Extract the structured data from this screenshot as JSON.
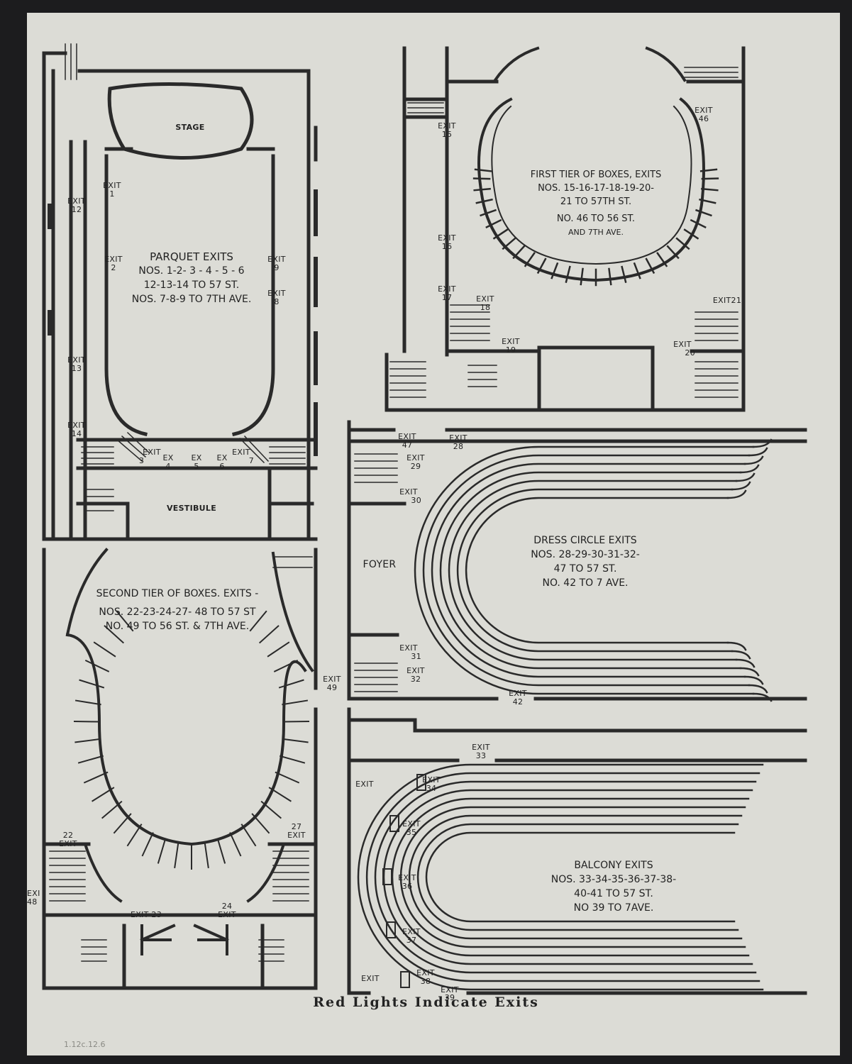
{
  "plans": {
    "parquet": {
      "title": "Parquet Exits",
      "lines": [
        "Nos. 1-2- 3 - 4 - 5 - 6",
        "12-13-14 To 57 St.",
        "Nos. 7-8-9 To 7th Ave."
      ],
      "stage": "Stage",
      "vestibule": "Vestibule"
    },
    "first_tier": {
      "title": "First Tier of Boxes, Exits",
      "lines": [
        "Nos. 15-16-17-18-19-20-",
        "21 To 57th St.",
        "No. 46 To 56 St.",
        "and 7th Ave."
      ]
    },
    "second_tier": {
      "title": "Second Tier of Boxes. Exits -",
      "lines": [
        "Nos. 22-23-24-27- 48 To 57 St",
        "No. 49 To 56 St. & 7th Ave."
      ]
    },
    "dress_circle": {
      "title": "Dress Circle Exits",
      "lines": [
        "Nos. 28-29-30-31-32-",
        "47 To 57 St.",
        "No. 42 To 7 Ave."
      ],
      "foyer": "Foyer"
    },
    "balcony": {
      "title": "Balcony Exits",
      "lines": [
        "Nos. 33-34-35-36-37-38-",
        "40-41 To 57 St.",
        "No 39 To 7Ave."
      ]
    }
  },
  "exit_word": "Exit",
  "ex_word": "Ex",
  "exits": [
    {
      "n": "1"
    },
    {
      "n": "2"
    },
    {
      "n": "12"
    },
    {
      "n": "13"
    },
    {
      "n": "14"
    },
    {
      "n": "9"
    },
    {
      "n": "8"
    },
    {
      "n": "3"
    },
    {
      "n": "4"
    },
    {
      "n": "5"
    },
    {
      "n": "6"
    },
    {
      "n": "7"
    },
    {
      "n": "15"
    },
    {
      "n": "16"
    },
    {
      "n": "17"
    },
    {
      "n": "18"
    },
    {
      "n": "19"
    },
    {
      "n": "46"
    },
    {
      "n": "21"
    },
    {
      "n": "20"
    },
    {
      "n": "47"
    },
    {
      "n": "28"
    },
    {
      "n": "29"
    },
    {
      "n": "30"
    },
    {
      "n": "31"
    },
    {
      "n": "32"
    },
    {
      "n": "42"
    },
    {
      "n": "49"
    },
    {
      "n": "22"
    },
    {
      "n": "27"
    },
    {
      "n": "23"
    },
    {
      "n": "24"
    },
    {
      "n": "48"
    },
    {
      "n": "33"
    },
    {
      "n": "34"
    },
    {
      "n": "35"
    },
    {
      "n": "36"
    },
    {
      "n": "37"
    },
    {
      "n": "38"
    },
    {
      "n": "39"
    },
    {
      "n": ""
    }
  ],
  "footer": "Red Lights Indicate Exits",
  "note": "1.12c.12.6",
  "colors": {
    "ink": "#2a2a2a",
    "paper": "#dcdcd6",
    "backdrop": "#1c1c1e"
  }
}
